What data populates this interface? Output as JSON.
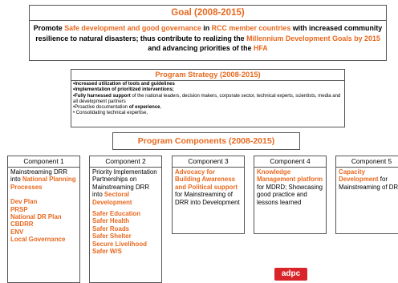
{
  "goal": {
    "title": "Goal",
    "title_years": "(2008-2015)",
    "t1": "Promote ",
    "t2": "Safe development and good governance",
    "t3": " in ",
    "t4": "RCC member countries",
    "t5": " with increased community resilience to natural disasters; thus contribute to realizing the ",
    "t6": "Millennium Development Goals by 2015",
    "t7": " and advancing priorities of the ",
    "t8": "HFA"
  },
  "strategy": {
    "title": "Program Strategy",
    "title_years": "(2008-2015)",
    "l1": "•Increased utilization of tools and guidelines",
    "l2": "•Implementation of prioritized interventions;",
    "l3_bold": "•Fully harnessed support",
    "l3_rest": " of the national leaders, decision makers,  corporate sector, technical experts, scientists, media and all development partners",
    "l4_a": "•Proactive documentation ",
    "l4_b": "of experience",
    "l4_c": ",",
    "l5": "• Consolidating technical expertise,"
  },
  "components_header": {
    "title": "Program Components",
    "years": "(2008-2015)"
  },
  "components": {
    "c1": {
      "title": "Component 1",
      "a": "Mainstreaming DRR into ",
      "b": "National Planning Processes",
      "list": [
        "Dev Plan",
        "PRSP",
        "National DR Plan",
        "CBDRR",
        "ENV",
        "Local Governance"
      ]
    },
    "c2": {
      "title": "Component 2",
      "a": "Priority Implementation Partnerships on Mainstreaming DRR into ",
      "b": "Sectoral Development",
      "list": [
        "Safer Education",
        "Safer Health",
        "Safer Roads",
        "Safer Shelter",
        "Secure Livelihood",
        "Safer W/S"
      ]
    },
    "c3": {
      "title": "Component 3",
      "a": "Advocacy for Building Awareness and Political support",
      "b": " for Mainstreaming of DRR into Development"
    },
    "c4": {
      "title": "Component 4",
      "a": "Knowledge Management platform",
      "b": " for MDRD; Showcasing good practice and lessons learned"
    },
    "c5": {
      "title": "Component 5",
      "a": "Capacity Development",
      "b": " for Mainstreaming of DRR"
    }
  },
  "logo": {
    "text": "adpc"
  }
}
